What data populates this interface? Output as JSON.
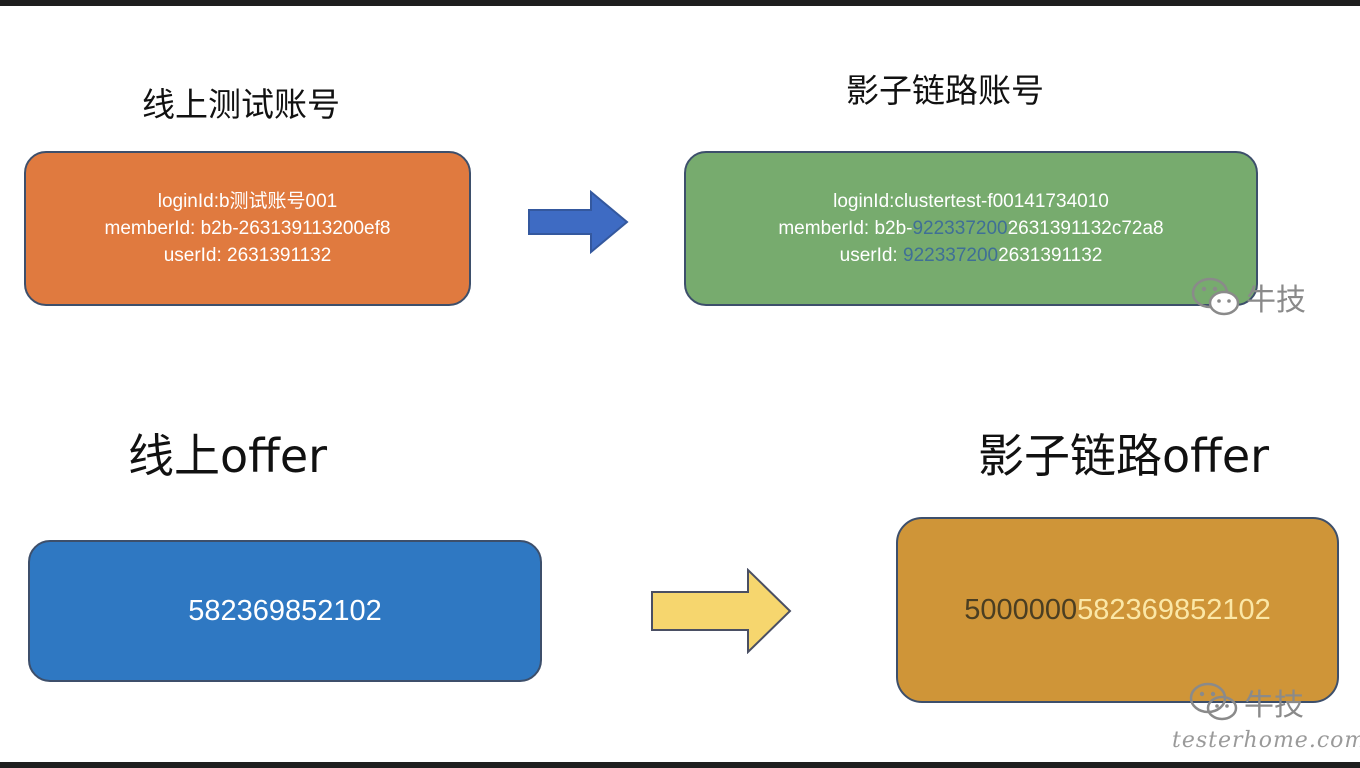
{
  "titles": {
    "online_account": "线上测试账号",
    "shadow_account": "影子链路账号",
    "online_offer": "线上offer",
    "shadow_offer": "影子链路offer"
  },
  "online_account_box": {
    "line1": "loginId:b测试账号001",
    "line2": "memberId: b2b-263139113200ef8",
    "line3": "userId: 2631391132"
  },
  "shadow_account_box": {
    "line1": "loginId:clustertest-f00141734010",
    "line2_prefix": "memberId: b2b-",
    "line2_highlight": "922337200",
    "line2_suffix": "2631391132c72a8",
    "line3_prefix": "userId: ",
    "line3_highlight": "922337200",
    "line3_suffix": "2631391132"
  },
  "online_offer_box": {
    "value": "582369852102"
  },
  "shadow_offer_box": {
    "prefix": "5000000",
    "value": "582369852102"
  },
  "watermark": {
    "brand": "牛技",
    "site": "testerhome.com"
  },
  "colors": {
    "orange_box": "#e07a3f",
    "green_box": "#77ab6e",
    "blue_box": "#2f78c2",
    "gold_box": "#cf9538",
    "blue_arrow": "#3e6bc3",
    "yellow_arrow": "#f6d66e",
    "highlight_text": "#3f6f96"
  }
}
